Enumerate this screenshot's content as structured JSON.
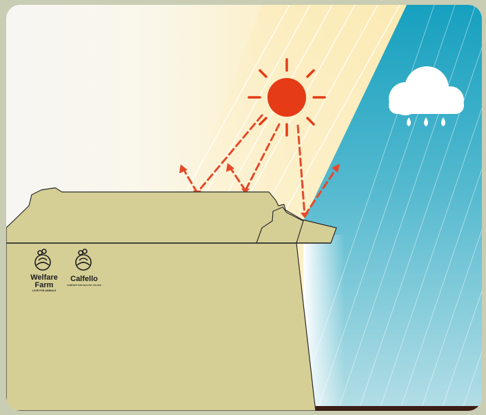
{
  "brands": [
    {
      "name_line1": "Welfare",
      "name_line2": "Farm",
      "tagline": "LOVE FOR ANIMALS"
    },
    {
      "name_line1": "Calfello",
      "tagline": "COMFORT FOR HEALTHY CALVES"
    }
  ],
  "icons": {
    "sun": "sun-icon",
    "rain": "rain-cloud-icon",
    "brand_marks": [
      "welfare-farm-logo",
      "calfello-logo"
    ]
  },
  "colors": {
    "sky_light": "#fbf6e4",
    "sun_glow": "#fbedbb",
    "rain_blue": "#1e9fbd",
    "rain_light": "#aadae3",
    "shelter_body": "#d5cf96",
    "sun": "#e53b16",
    "arrows": "#e5492a",
    "frame": "#c9cdb4",
    "ground": "#3b1e16"
  }
}
